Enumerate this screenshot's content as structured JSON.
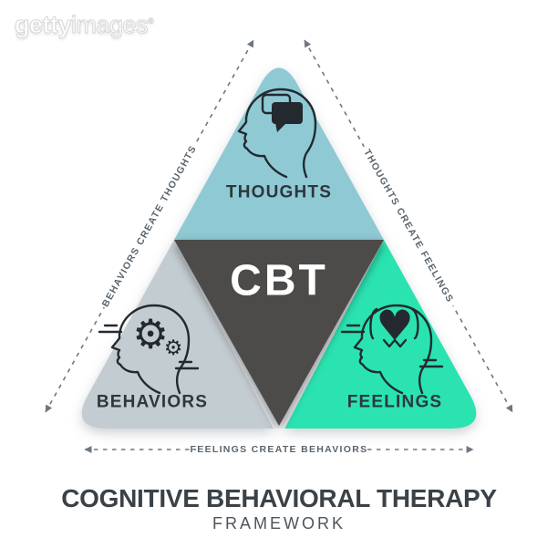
{
  "watermark": {
    "brand_bold": "getty",
    "brand_light": "images",
    "registered": "®"
  },
  "diagram": {
    "center_label": "CBT",
    "center_color": "#4e4c48",
    "sections": [
      {
        "id": "thoughts",
        "label": "THOUGHTS",
        "icon": "head-thought-bubble-icon",
        "color": "#8fc9d4"
      },
      {
        "id": "behaviors",
        "label": "BEHAVIORS",
        "icon": "head-gears-icon",
        "color": "#c3ccd1"
      },
      {
        "id": "feelings",
        "label": "FEELINGS",
        "icon": "head-heart-icon",
        "color": "#2be3b1"
      }
    ],
    "arrows": [
      {
        "id": "left",
        "label": "BEHAVIORS CREATE THOUGHTS"
      },
      {
        "id": "right",
        "label": "THOUGHTS CREATE FEELINGS"
      },
      {
        "id": "bottom",
        "label": "FEELINGS CREATE BEHAVIORS"
      }
    ],
    "arrow_color": "#6d7780"
  },
  "icons": {
    "gear_glyph": "⚙",
    "heart_glyph": "♥"
  },
  "footer": {
    "title": "COGNITIVE BEHAVIORAL THERAPY",
    "subtitle": "FRAMEWORK"
  }
}
